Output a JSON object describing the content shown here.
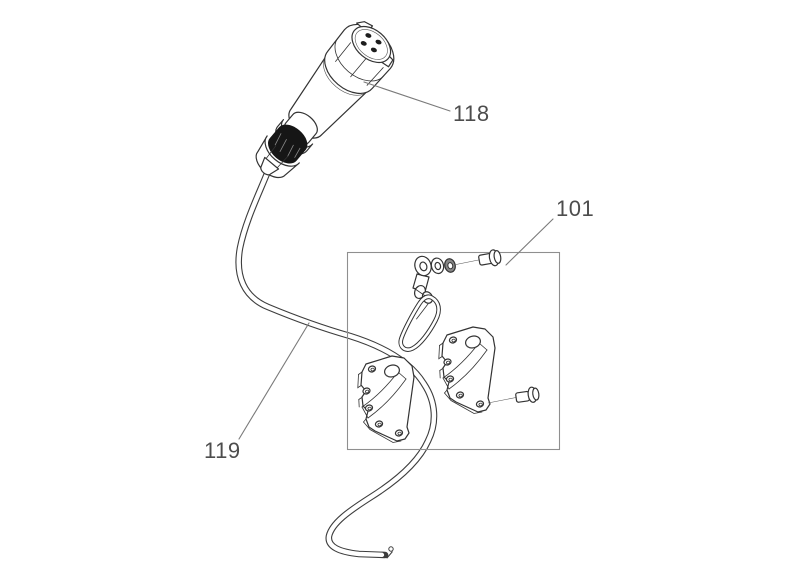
{
  "figure": {
    "background": "#ffffff",
    "colors": {
      "part_outline": "#333333",
      "cable_outline": "#3d3d3d",
      "leader_line": "#7a7a7a",
      "label_text": "#4d4d4d",
      "kit_box_stroke": "#8f8f8f",
      "thread_fill": "#161616",
      "pin_fill": "#1d1d1d"
    },
    "callouts": {
      "connector": {
        "label": "118"
      },
      "kit": {
        "label": "101"
      },
      "cable": {
        "label": "119"
      }
    },
    "parts": {
      "connector": "round-4-pin-connector-plug",
      "cable": "harness-cable",
      "kit": "mounting-kit-brackets-screws-washers-snap-hook"
    }
  }
}
